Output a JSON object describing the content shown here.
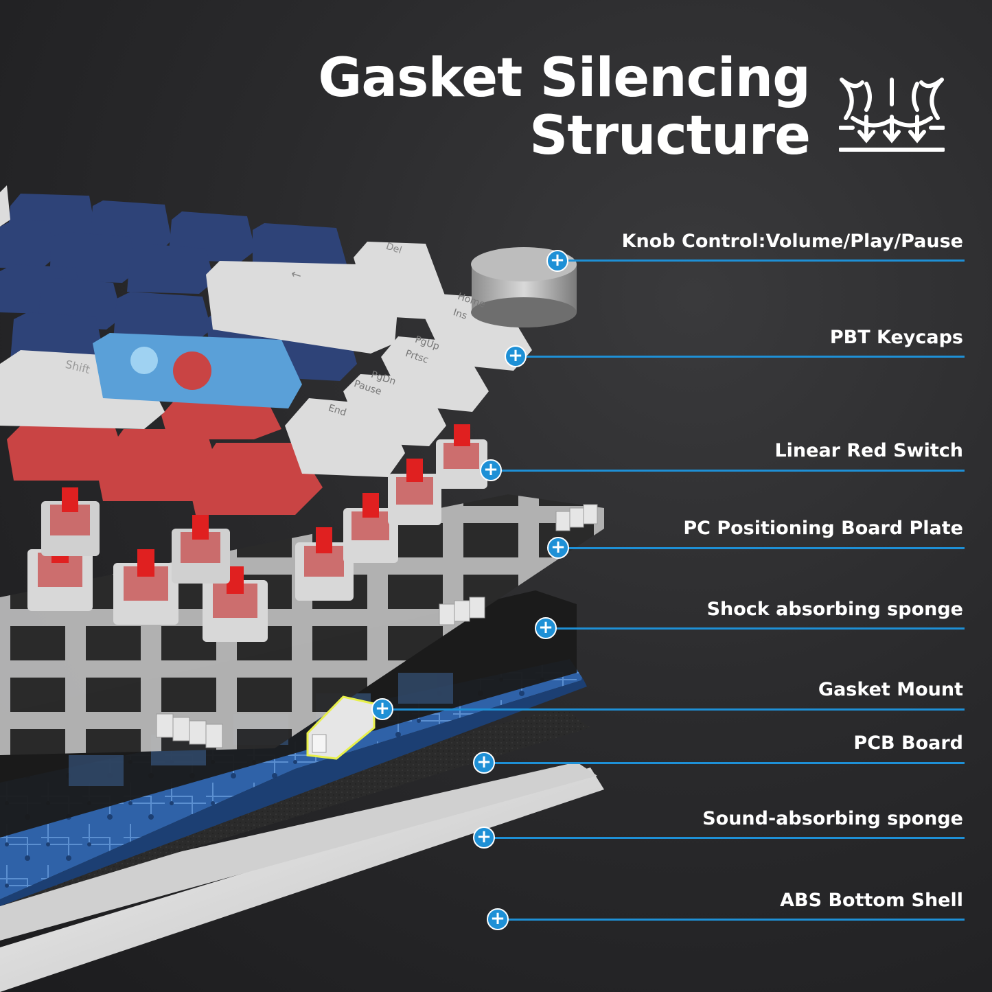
{
  "header": {
    "title_line1": "Gasket Silencing",
    "title_line2": "Structure"
  },
  "icons": {
    "logo": "gasket-structure-icon",
    "callout_marker": "plus-icon"
  },
  "colors": {
    "accent": "#1e90d6",
    "text": "#ffffff",
    "background": "#2a2a2c"
  },
  "callouts": [
    {
      "label": "Knob Control:Volume/Play/Pause",
      "marker": "+"
    },
    {
      "label": "PBT Keycaps",
      "marker": "+"
    },
    {
      "label": "Linear Red Switch",
      "marker": "+"
    },
    {
      "label": "PC Positioning Board Plate",
      "marker": "+"
    },
    {
      "label": "Shock absorbing sponge",
      "marker": "+"
    },
    {
      "label": "Gasket Mount",
      "marker": "+"
    },
    {
      "label": "PCB Board",
      "marker": "+"
    },
    {
      "label": "Sound-absorbing sponge",
      "marker": "+"
    },
    {
      "label": "ABS Bottom Shell",
      "marker": "+"
    }
  ],
  "keycap_legends": {
    "del": "Del",
    "backspace": "←",
    "home": "Home",
    "ins": "Ins",
    "pgup": "PgUp",
    "prtsc": "Prtsc",
    "pgdn": "PgDn",
    "pause": "Pause",
    "end": "End",
    "shift": "Shift"
  }
}
